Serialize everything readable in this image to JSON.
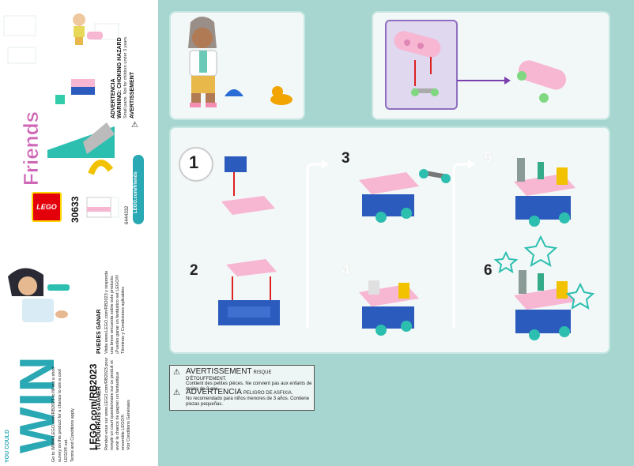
{
  "brand": {
    "lego": "LEGO",
    "theme": "Friends",
    "set_number": "30633",
    "part_number": "6444332"
  },
  "colors": {
    "background": "#a9d8d2",
    "pink": "#f7b6d2",
    "blue": "#2b5bbd",
    "teal": "#2cbfb0",
    "frame": "#8e6fc0"
  },
  "side_panel": {
    "win": "WIN",
    "you_could": "YOU COULD",
    "fr_line1": "TU POURRAIS GAGNER",
    "es_line1": "PUEDES GANAR",
    "url": "LEGO.com/RB2023",
    "url_small": "LEGO.com/friends",
    "en_text": "Go to WWW.LEGO.com/RB2023 to fill out a short survey on this product for a chance to win a cool LEGO® set.",
    "en_terms": "Terms and Conditions apply",
    "fr_text": "Rendez-vous sur www.LEGO.com/RB2023 pour remplir un court questionnaire sur ce produit et avoir la chance de gagner un fantastique ensemble LEGO®.",
    "fr_terms": "Voir Conditions Générales",
    "es_text": "Visita www.LEGO.com/RB2023 y responde una breve encuesta sobre este producto. ¡Puedes ganar un fantástico set LEGO®!",
    "es_terms": "Términos y Condiciones aplicables",
    "warning_en": "WARNING: CHOKING HAZARD",
    "warning_en_sub": "Small parts. Not for children under 3 years.",
    "warning_es": "ADVERTENCIA",
    "warning_fr": "AVERTISSEMENT"
  },
  "steps": [
    "1",
    "2",
    "3",
    "4",
    "5",
    "6"
  ],
  "warning_box": {
    "fr_title": "AVERTISSEMENT",
    "fr_sub": "RISQUE D'ÉTOUFFEMENT.",
    "fr_body": "Contient des petites pièces. Ne convient pas aux enfants de moins de 3 ans.",
    "es_title": "ADVERTENCIA",
    "es_sub": "PELIGRO DE ASFIXIA.",
    "es_body": "No recomendado para niños menores de 3 años. Contiene piezas pequeñas."
  }
}
